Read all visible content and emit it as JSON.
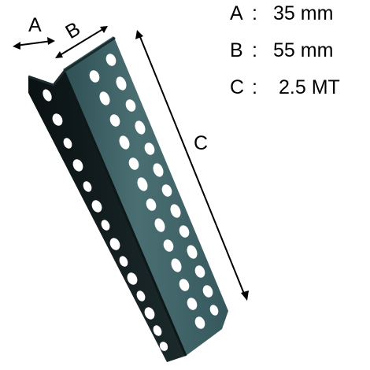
{
  "labels": {
    "a": "A",
    "b": "B",
    "c": "C"
  },
  "legend": [
    {
      "key": "A",
      "separator": ":",
      "value": "35 mm"
    },
    {
      "key": "B",
      "separator": ":",
      "value": "55 mm"
    },
    {
      "key": "C",
      "separator": ":",
      "value": "2.5 MT"
    }
  ],
  "colors": {
    "background": "#ffffff",
    "face_front": "#3f6468",
    "face_side": "#0d1516",
    "hole": "#ffffff",
    "text": "#000000"
  },
  "icons": {
    "dimension_arrow": "double-headed-arrow"
  }
}
